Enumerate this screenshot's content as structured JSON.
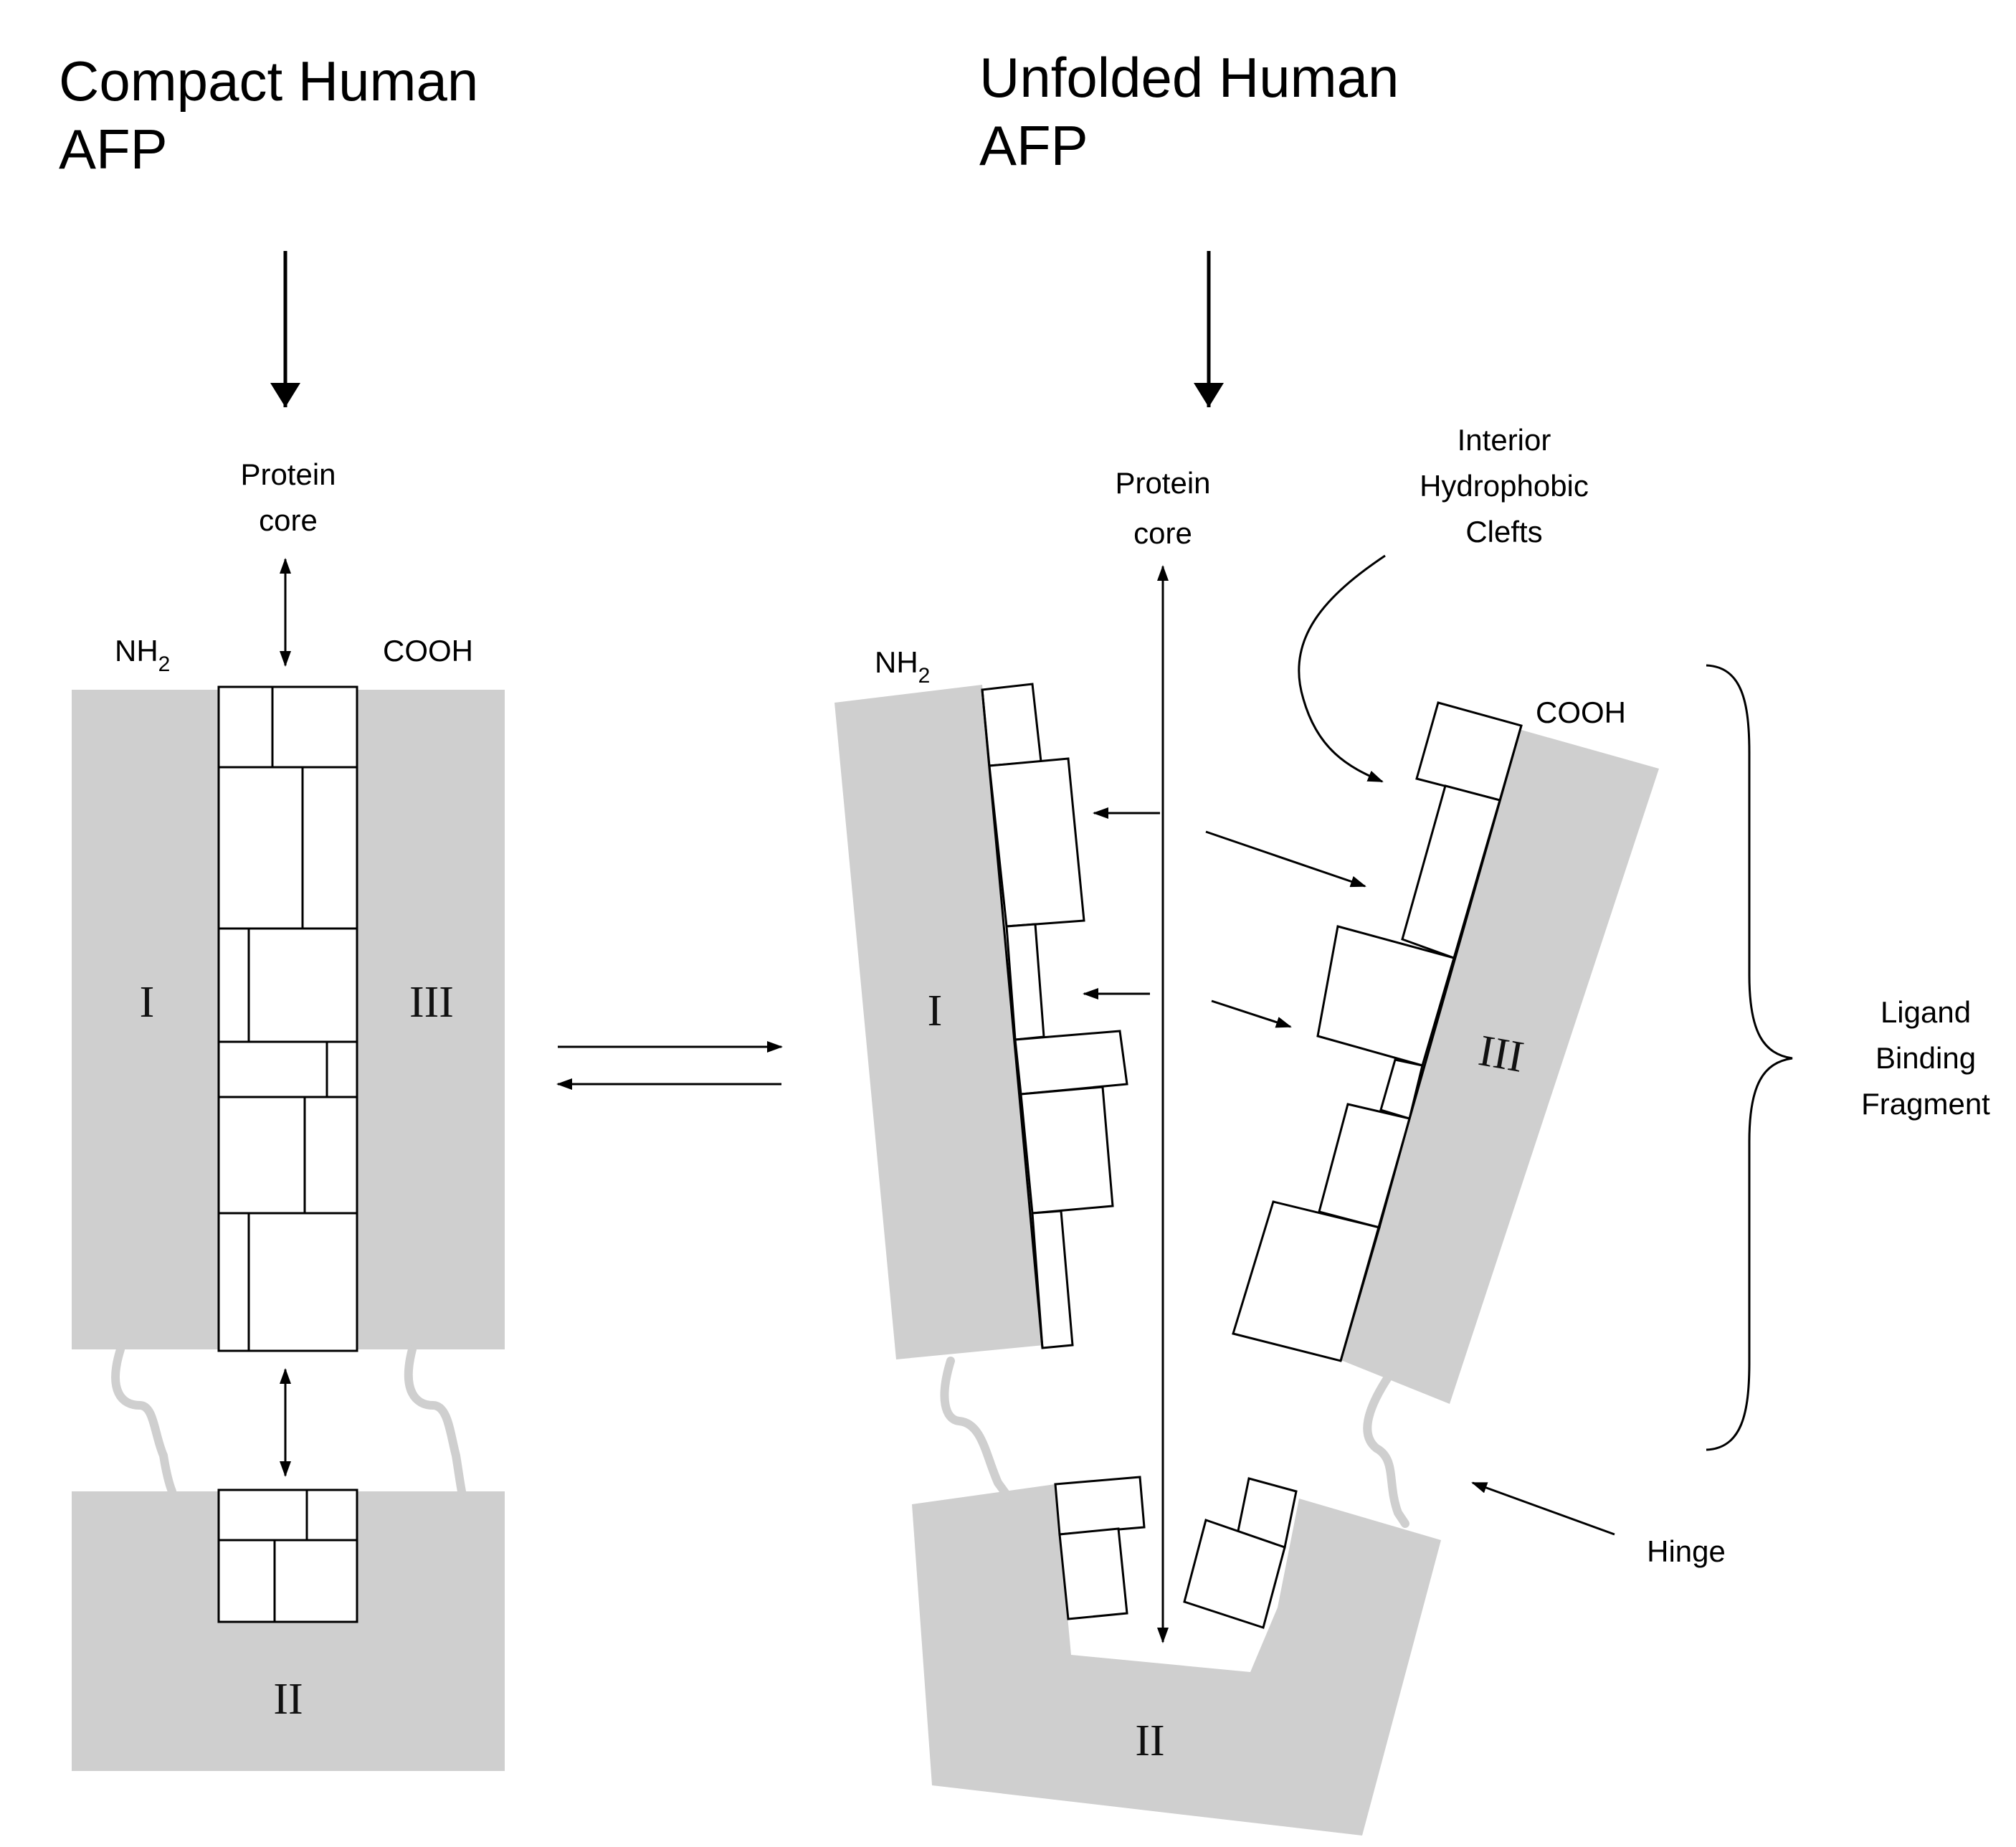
{
  "compact": {
    "title_line1": "Compact Human",
    "title_line2": "AFP",
    "core_label_line1": "Protein",
    "core_label_line2": "core",
    "nh2_label": "NH",
    "nh2_sub": "2",
    "cooh_label": "COOH",
    "domain_1": "I",
    "domain_2": "II",
    "domain_3": "III"
  },
  "unfolded": {
    "title_line1": "Unfolded Human",
    "title_line2": "AFP",
    "core_label_line1": "Protein",
    "core_label_line2": "core",
    "clefts_line1": "Interior",
    "clefts_line2": "Hydrophobic",
    "clefts_line3": "Clefts",
    "nh2_label": "NH",
    "nh2_sub": "2",
    "cooh_label": "COOH",
    "domain_1": "I",
    "domain_2": "II",
    "domain_3": "III",
    "ligand_line1": "Ligand",
    "ligand_line2": "Binding",
    "ligand_line3": "Fragment",
    "hinge_label": "Hinge"
  },
  "colors": {
    "domain_fill": "#cfcfcf",
    "stroke": "#000000"
  }
}
